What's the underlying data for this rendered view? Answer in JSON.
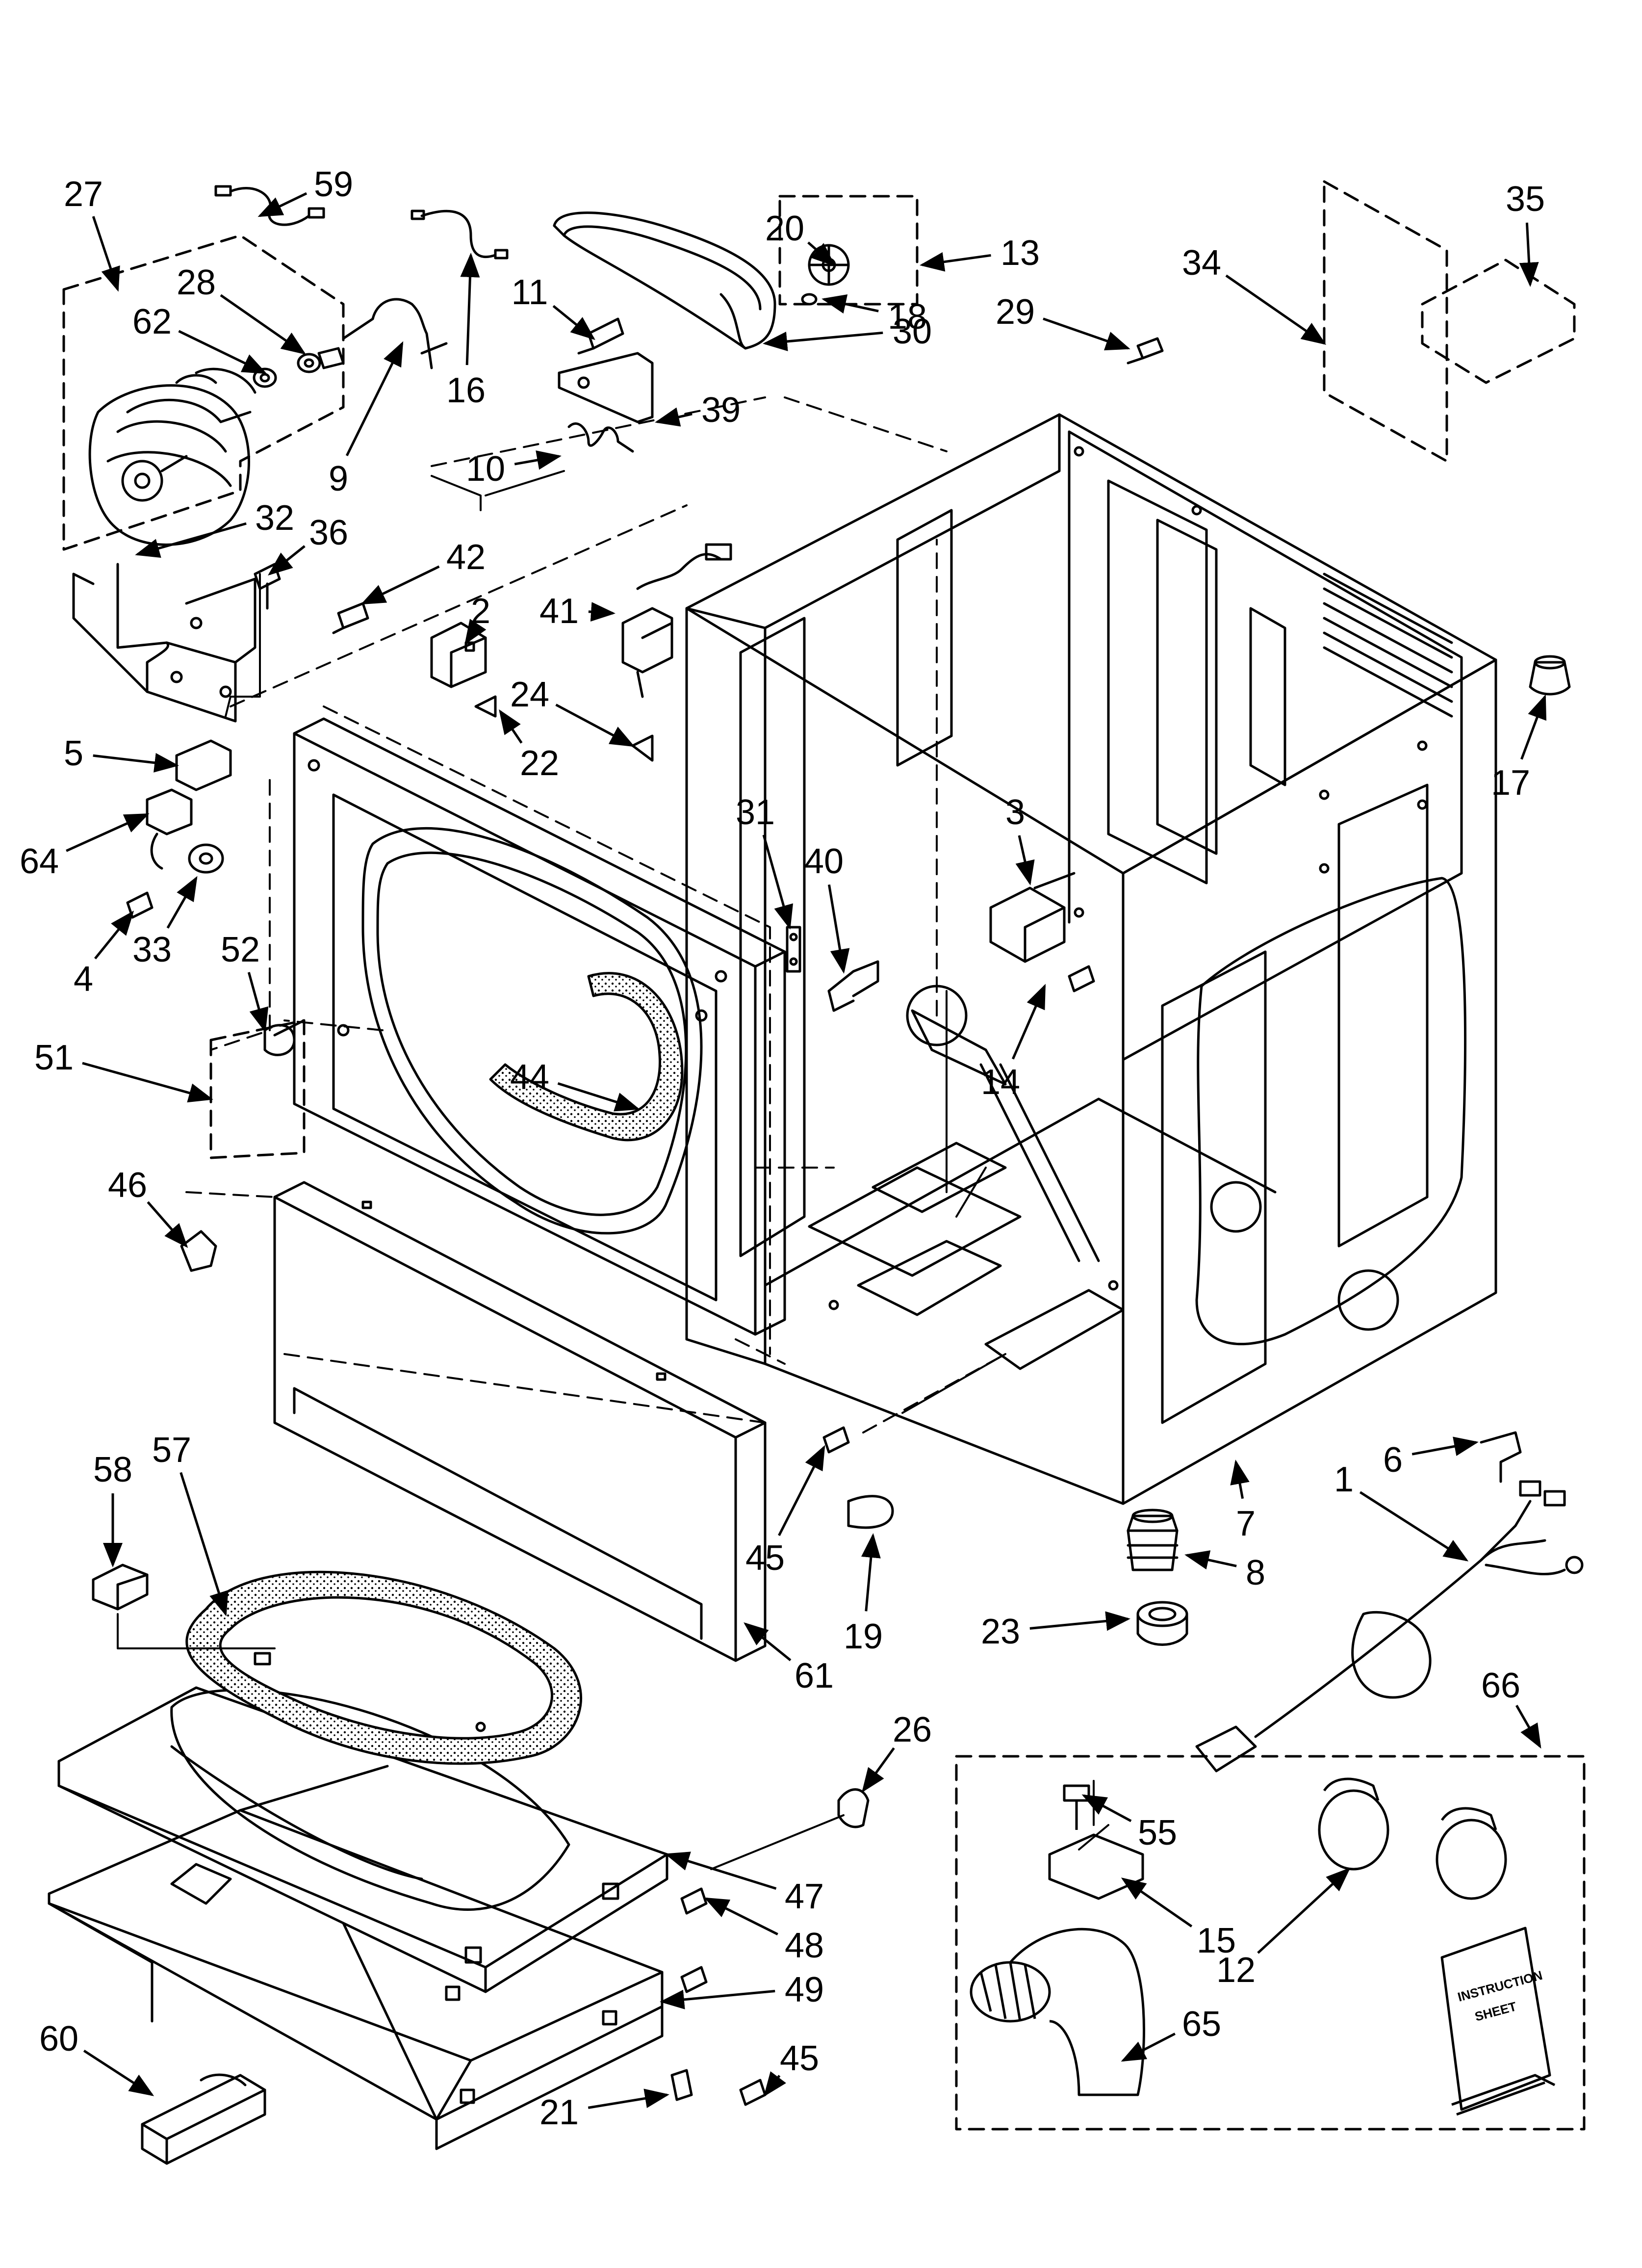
{
  "diagram": {
    "callouts": [
      "1",
      "2",
      "3",
      "4",
      "5",
      "6",
      "7",
      "8",
      "9",
      "10",
      "11",
      "12",
      "13",
      "14",
      "15",
      "16",
      "17",
      "18",
      "19",
      "20",
      "21",
      "22",
      "23",
      "24",
      "26",
      "27",
      "28",
      "29",
      "30",
      "31",
      "32",
      "33",
      "34",
      "35",
      "36",
      "39",
      "40",
      "41",
      "42",
      "44",
      "45",
      "45",
      "46",
      "47",
      "48",
      "49",
      "51",
      "52",
      "55",
      "57",
      "58",
      "59",
      "60",
      "61",
      "62",
      "64",
      "65",
      "66"
    ],
    "instruction_sheet_line1": "INSTRUCTION",
    "instruction_sheet_line2": "SHEET",
    "colors": {
      "ink": "#000000",
      "paper": "#ffffff",
      "foam": "#d8d8d8"
    }
  }
}
